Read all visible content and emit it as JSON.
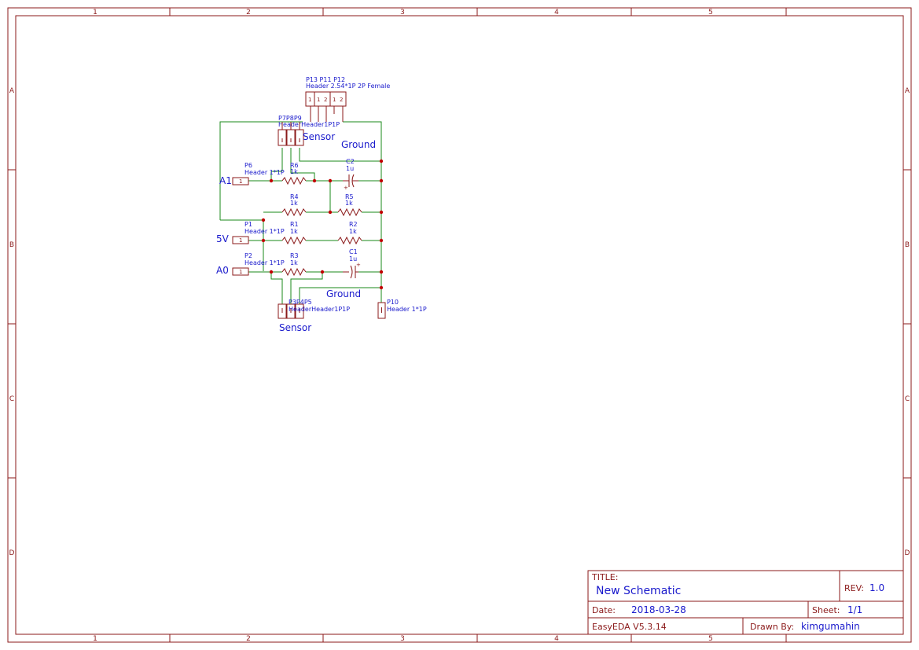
{
  "border": {
    "columns": [
      "1",
      "2",
      "3",
      "4",
      "5"
    ],
    "rows": [
      "A",
      "B",
      "C",
      "D"
    ]
  },
  "components": {
    "p1": {
      "ref": "P1",
      "value": "Header 1*1P"
    },
    "p2": {
      "ref": "P2",
      "value": "Header 1*1P"
    },
    "p6": {
      "ref": "P6",
      "value": "Header 1*1P"
    },
    "p10": {
      "ref": "P10",
      "value": "Header 1*1P"
    },
    "p7p8p9": {
      "ref": "P7P8P9",
      "value": "HeaderHeader1P1P"
    },
    "p3p4p5": {
      "ref": "P3P4P5",
      "value": "HeaderHeader1P1P"
    },
    "p13p11p12": {
      "ref": "P13 P11 P12",
      "value": "Header 2.54*1P 2P Female"
    },
    "r1": {
      "ref": "R1",
      "value": "1k"
    },
    "r2": {
      "ref": "R2",
      "value": "1k"
    },
    "r3": {
      "ref": "R3",
      "value": "1k"
    },
    "r4": {
      "ref": "R4",
      "value": "1k"
    },
    "r5": {
      "ref": "R5",
      "value": "1k"
    },
    "r6": {
      "ref": "R6",
      "value": "1k"
    },
    "c1": {
      "ref": "C1",
      "value": "1u"
    },
    "c2": {
      "ref": "C2",
      "value": "1u"
    }
  },
  "pin_numbers": {
    "one": "1",
    "two": "2"
  },
  "net_labels": {
    "a1": "A1",
    "v5": "5V",
    "a0": "A0",
    "sensor_top": "Sensor",
    "sensor_bottom": "Sensor",
    "ground_top": "Ground",
    "ground_bottom": "Ground"
  },
  "title_block": {
    "title_label": "TITLE:",
    "title_value": "New Schematic",
    "rev_label": "REV:",
    "rev_value": "1.0",
    "date_label": "Date:",
    "date_value": "2018-03-28",
    "sheet_label": "Sheet:",
    "sheet_value": "1/1",
    "software": "EasyEDA V5.3.14",
    "drawn_by_label": "Drawn By:",
    "drawn_by_value": "kimgumahin"
  }
}
